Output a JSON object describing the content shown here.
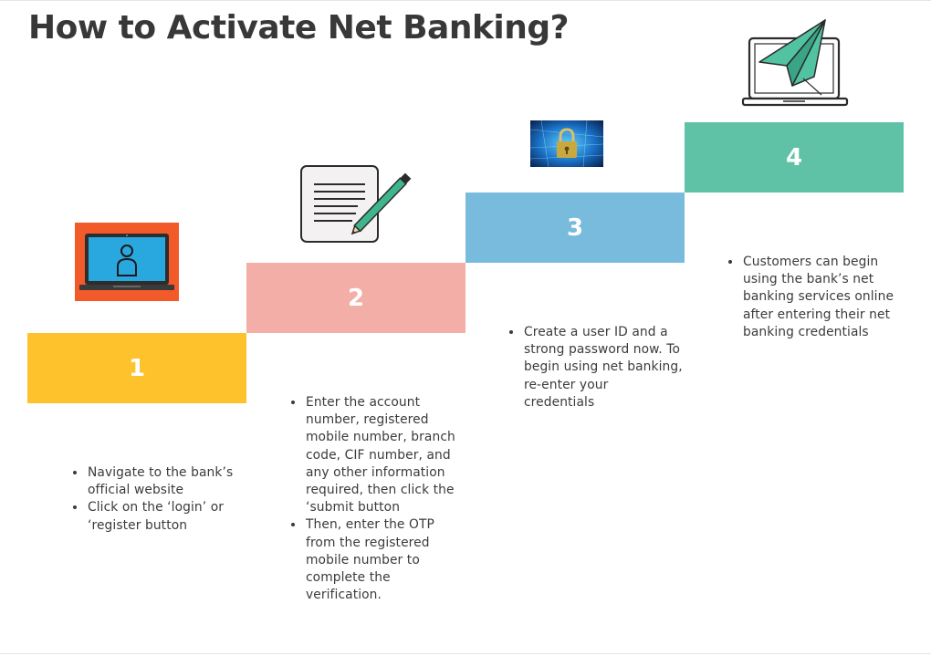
{
  "title": "How to Activate Net Banking?",
  "colors": {
    "step1": "#fec22d",
    "step2": "#f2aea7",
    "step3": "#78bbdd",
    "step4": "#5fc2a7",
    "title": "#383838",
    "text": "#3b3b3b"
  },
  "steps": [
    {
      "number": "1",
      "icon": "laptop-user-icon",
      "bullets": [
        "Navigate to the bank’s official website",
        "Click on the ‘login’ or ‘register button"
      ]
    },
    {
      "number": "2",
      "icon": "notepad-pencil-icon",
      "bullets": [
        "Enter the account number, registered mobile number, branch code, CIF number, and any other information required, then click the ‘submit button",
        "Then, enter the OTP from the registered mobile number to complete the verification."
      ]
    },
    {
      "number": "3",
      "icon": "padlock-security-icon",
      "bullets": [
        "Create a user ID and a strong password now. To begin using net banking, re-enter your credentials"
      ]
    },
    {
      "number": "4",
      "icon": "laptop-paper-plane-icon",
      "bullets": [
        "Customers can begin using the bank’s net banking services online after entering their net banking credentials"
      ]
    }
  ]
}
